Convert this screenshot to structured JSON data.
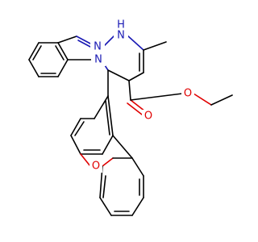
{
  "colors": {
    "bond": "#000000",
    "nitrogen": "#1a1ab4",
    "oxygen": "#e00000"
  },
  "atoms": {
    "n_top": "N",
    "nh_top": "H",
    "nh_n": "N",
    "n_ring": "N",
    "o_carbonyl": "O",
    "o_ester": "O",
    "o_furan": "O"
  }
}
